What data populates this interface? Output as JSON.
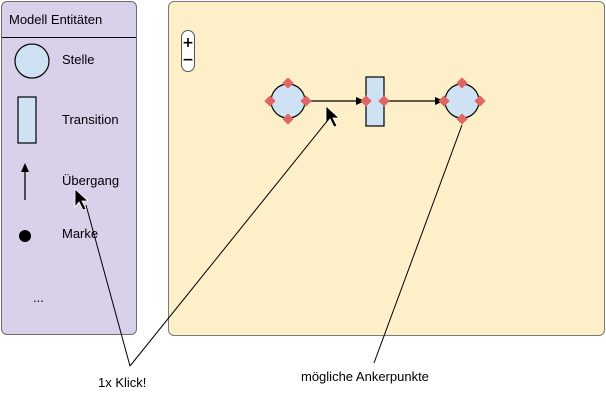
{
  "palette": {
    "title": "Modell Entitäten",
    "items": [
      {
        "label": "Stelle",
        "icon": "place-circle-icon"
      },
      {
        "label": "Transition",
        "icon": "transition-rect-icon"
      },
      {
        "label": "Übergang",
        "icon": "arc-arrow-icon"
      },
      {
        "label": "Marke",
        "icon": "token-dot-icon"
      }
    ],
    "more": "..."
  },
  "canvas": {
    "zoom_in": "+",
    "zoom_out": "−"
  },
  "annotations": {
    "click": "1x Klick!",
    "anchors": "mögliche Ankerpunkte"
  },
  "colors": {
    "palette_bg": "#d9d0ea",
    "canvas_bg": "#fdefc8",
    "shape_fill": "#cfe2f3",
    "anchor": "#e06666"
  }
}
